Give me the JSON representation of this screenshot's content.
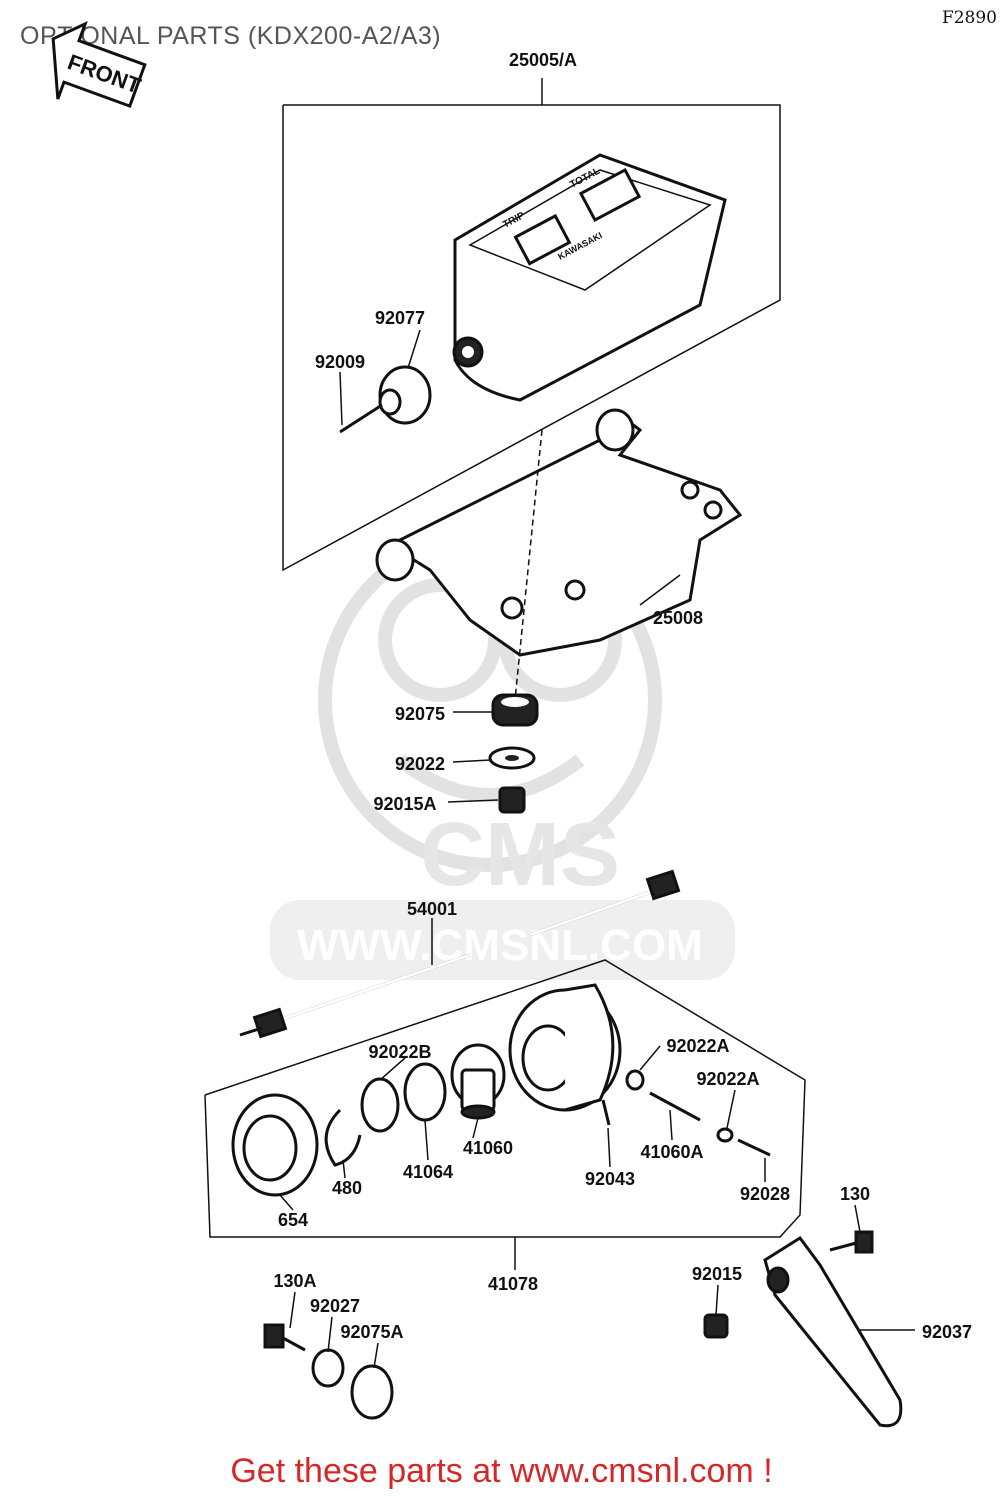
{
  "title": "OPTIONAL PARTS (KDX200-A2/A3)",
  "figure_code": "F2890",
  "front_arrow": "FRONT",
  "watermark": {
    "brand": "CMS",
    "url": "WWW.CMSNL.COM"
  },
  "meter_text": {
    "trip": "TRIP",
    "total": "TOTAL",
    "brand": "KAWASAKI"
  },
  "parts": {
    "p25005A": "25005/A",
    "p92077": "92077",
    "p92009": "92009",
    "p25008": "25008",
    "p92075": "92075",
    "p92022": "92022",
    "p92015A": "92015A",
    "p54001": "54001",
    "p92022B": "92022B",
    "p92022A_1": "92022A",
    "p92022A_2": "92022A",
    "p41060": "41060",
    "p41060A": "41060A",
    "p41064": "41064",
    "p480": "480",
    "p654": "654",
    "p92043": "92043",
    "p92028": "92028",
    "p130": "130",
    "p41078": "41078",
    "p92015": "92015",
    "p92037": "92037",
    "p130A": "130A",
    "p92027": "92027",
    "p92075A": "92075A"
  },
  "cta": {
    "prefix": "Get these parts at ",
    "link": "www.cmsnl.com",
    "suffix": " !"
  }
}
